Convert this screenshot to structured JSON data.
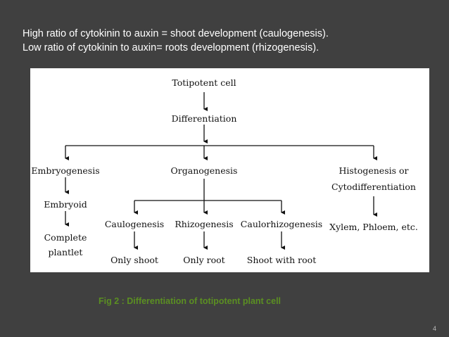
{
  "slide": {
    "lines": [
      "High ratio of cytokinin to auxin = shoot development (caulogenesis).",
      "Low ratio of cytokinin to auxin= roots development (rhizogenesis)."
    ],
    "caption": "Fig 2 : Differentiation of  totipotent plant cell",
    "slide_number": "4"
  },
  "diagram": {
    "root": "Totipotent cell",
    "level1": "Differentiation",
    "branches": {
      "embryogenesis": "Embryogenesis",
      "embryoid": "Embryoid",
      "complete_1": "Complete",
      "complete_2": "plantlet",
      "organogenesis": "Organogenesis",
      "histo_1": "Histogenesis or",
      "histo_2": "Cytodifferentiation",
      "xylem": "Xylem, Phloem, etc."
    },
    "organ_branches": {
      "caulo": "Caulogenesis",
      "caulo_result": "Only shoot",
      "rhizo": "Rhizogenesis",
      "rhizo_result": "Only root",
      "caulorhizo": "Caulorhizogenesis",
      "caulorhizo_result": "Shoot with root"
    }
  },
  "colors": {
    "background": "#404040",
    "text": "#ffffff",
    "caption": "#5b8f22",
    "panel": "#ffffff"
  }
}
